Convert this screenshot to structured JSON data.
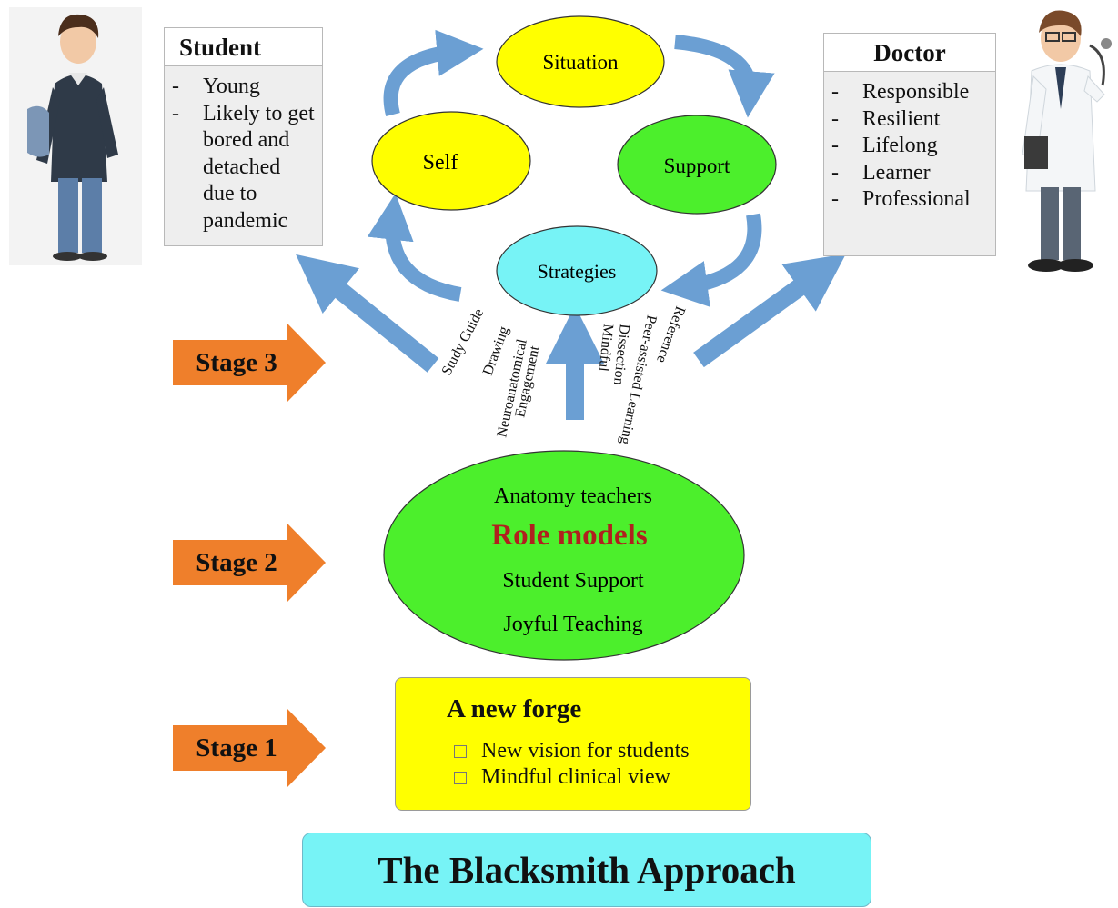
{
  "student": {
    "title": "Student",
    "points": [
      "Young",
      "Likely to get bored and detached due to pandemic"
    ]
  },
  "doctor": {
    "title": "Doctor",
    "points": [
      "Responsible",
      "Resilient",
      "Lifelong",
      "Learner",
      "Professional"
    ]
  },
  "cycle": {
    "situation": "Situation",
    "self": "Self",
    "support": "Support",
    "strategies": "Strategies"
  },
  "strategy_items": [
    "Study Guide",
    "Drawing",
    "Neuroanatomical",
    "Engagement",
    "Mindful",
    "Dissection",
    "Peer-assisted Learning",
    "Reference"
  ],
  "role_models": {
    "line1": "Anatomy teachers",
    "headline": "Role models",
    "line3": "Student Support",
    "line4": "Joyful Teaching"
  },
  "stages": {
    "stage3": "Stage 3",
    "stage2": "Stage 2",
    "stage1": "Stage 1"
  },
  "forge": {
    "title": "A new forge",
    "items": [
      "New vision for students",
      "Mindful clinical view"
    ]
  },
  "approach_title": "The Blacksmith Approach",
  "colors": {
    "yellow": "#ffff00",
    "green": "#4cef2c",
    "cyan": "#77f3f6",
    "arrow_blue": "#6b9fd3",
    "stage_orange": "#ef7f2b",
    "role_red": "#b0201e"
  }
}
